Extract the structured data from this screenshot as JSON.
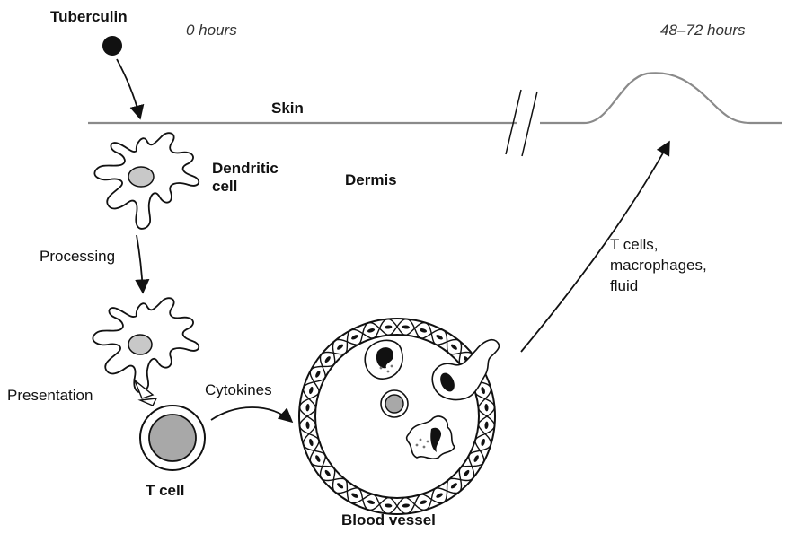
{
  "labels": {
    "tuberculin": "Tuberculin",
    "time_start": "0 hours",
    "time_end": "48–72 hours",
    "skin": "Skin",
    "dendritic_cell_line1": "Dendritic",
    "dendritic_cell_line2": "cell",
    "dermis": "Dermis",
    "processing": "Processing",
    "presentation": "Presentation",
    "cytokines": "Cytokines",
    "t_cell": "T cell",
    "blood_vessel": "Blood vessel",
    "infiltrate_line1": "T cells,",
    "infiltrate_line2": "macrophages,",
    "infiltrate_line3": "fluid"
  },
  "colors": {
    "skin_line": "#8a8a8a",
    "nucleus": "#c8c8c8",
    "t_cell_nucleus": "#a8a8a8",
    "ink": "#111111"
  }
}
